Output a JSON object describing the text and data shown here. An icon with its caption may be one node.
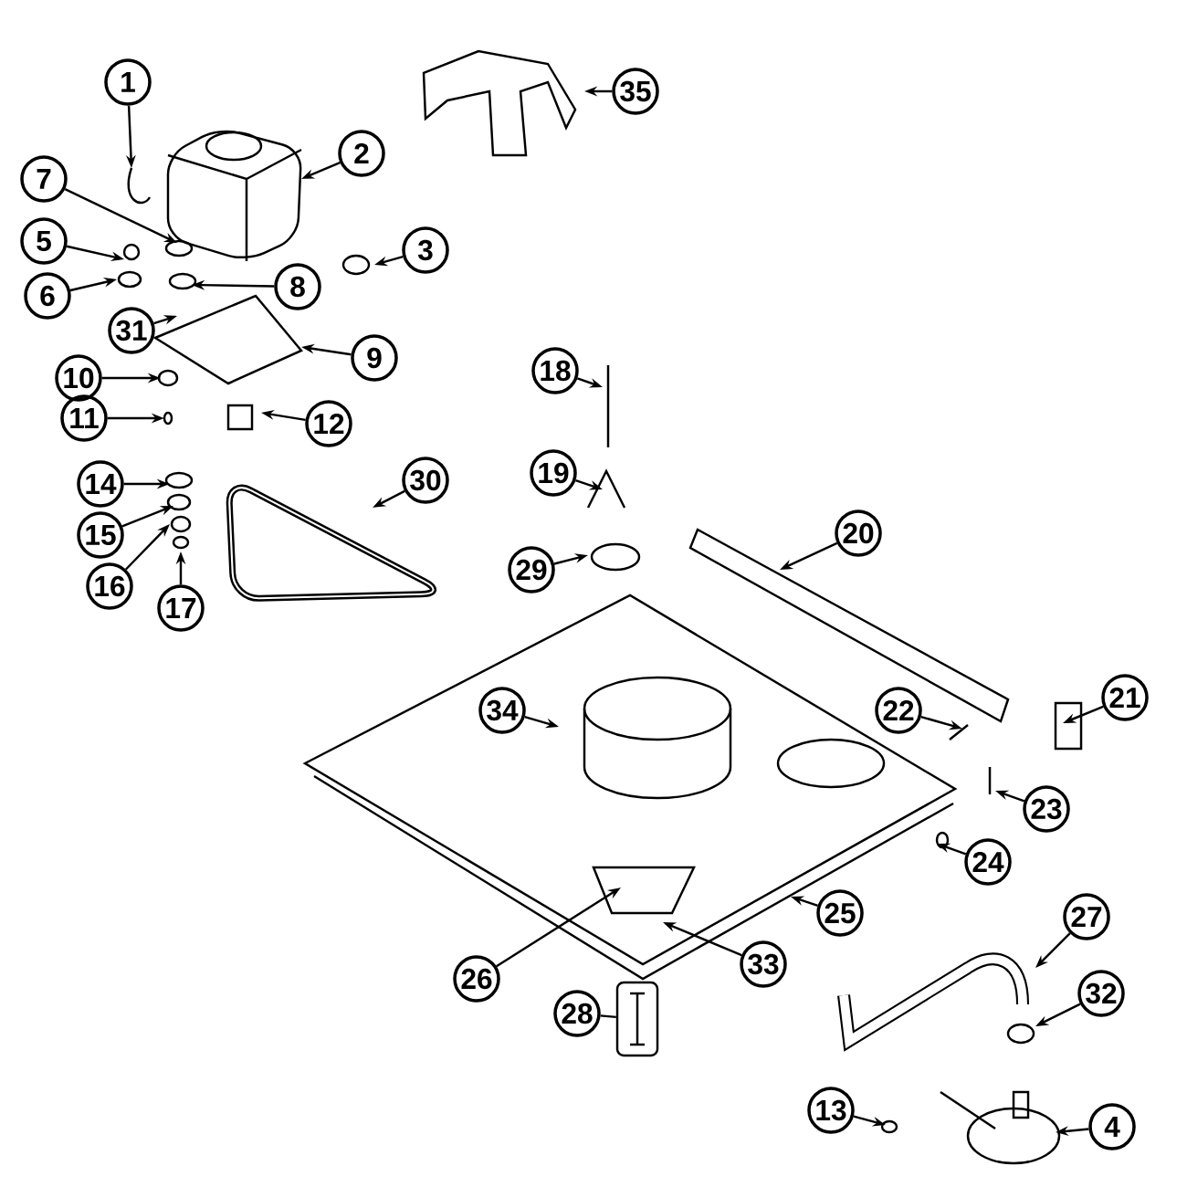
{
  "diagram": {
    "nodes": [
      {
        "text": [
          "1"
        ]
      },
      {
        "text": [
          "2"
        ]
      },
      {
        "text": [
          "3"
        ]
      },
      {
        "text": [
          "4"
        ]
      },
      {
        "text": [
          "5"
        ]
      },
      {
        "text": [
          "6"
        ]
      },
      {
        "text": [
          "7"
        ]
      },
      {
        "text": [
          "8"
        ]
      },
      {
        "text": [
          "9"
        ]
      },
      {
        "text": [
          "10"
        ]
      },
      {
        "text": [
          "11"
        ]
      },
      {
        "text": [
          "12"
        ]
      },
      {
        "text": [
          "13"
        ]
      },
      {
        "text": [
          "14"
        ]
      },
      {
        "text": [
          "15"
        ]
      },
      {
        "text": [
          "16"
        ]
      },
      {
        "text": [
          "17"
        ]
      },
      {
        "text": [
          "18"
        ]
      },
      {
        "text": [
          "19"
        ]
      },
      {
        "text": [
          "20"
        ]
      },
      {
        "text": [
          "21"
        ]
      },
      {
        "text": [
          "22"
        ]
      },
      {
        "text": [
          "23"
        ]
      },
      {
        "text": [
          "24"
        ]
      },
      {
        "text": [
          "25"
        ]
      },
      {
        "text": [
          "26"
        ]
      },
      {
        "text": [
          "27"
        ]
      },
      {
        "text": [
          "28"
        ]
      },
      {
        "text": [
          "29"
        ]
      },
      {
        "text": [
          "30"
        ]
      },
      {
        "text": [
          "31"
        ]
      },
      {
        "text": [
          "32"
        ]
      },
      {
        "text": [
          "33"
        ]
      },
      {
        "text": [
          "34"
        ]
      },
      {
        "text": [
          "35"
        ]
      },
      {
        "text": [],
        "shape": "box"
      }
    ],
    "edges": [
      {
        "from": 0,
        "to": null,
        "arrow": "to"
      },
      {
        "from": 1,
        "to": null,
        "arrow": "to"
      },
      {
        "from": 2,
        "to": null,
        "arrow": "to"
      },
      {
        "from": 3,
        "to": null,
        "arrow": "to"
      },
      {
        "from": 4,
        "to": null,
        "arrow": "to"
      },
      {
        "from": 5,
        "to": null,
        "arrow": "to"
      },
      {
        "from": 6,
        "to": null,
        "arrow": "to"
      },
      {
        "from": 7,
        "to": null,
        "arrow": "to"
      },
      {
        "from": 8,
        "to": null,
        "arrow": "to"
      },
      {
        "from": 9,
        "to": null,
        "arrow": "to"
      },
      {
        "from": 10,
        "to": null,
        "arrow": "to"
      },
      {
        "from": 11,
        "to": null,
        "arrow": "to"
      },
      {
        "from": 12,
        "to": null,
        "arrow": "to"
      },
      {
        "from": 13,
        "to": null,
        "arrow": "to"
      },
      {
        "from": 14,
        "to": null,
        "arrow": "to"
      },
      {
        "from": 15,
        "to": null,
        "arrow": "to"
      },
      {
        "from": 16,
        "to": null,
        "arrow": "to"
      },
      {
        "from": 17,
        "to": null,
        "arrow": "to"
      },
      {
        "from": 18,
        "to": null,
        "arrow": "to"
      },
      {
        "from": 19,
        "to": null,
        "arrow": "to"
      },
      {
        "from": 20,
        "to": null,
        "arrow": "to"
      },
      {
        "from": 21,
        "to": null,
        "arrow": "to"
      },
      {
        "from": 22,
        "to": null,
        "arrow": "to"
      },
      {
        "from": 23,
        "to": null,
        "arrow": "to"
      },
      {
        "from": 24,
        "to": null,
        "arrow": "to"
      },
      {
        "from": 25,
        "to": null,
        "arrow": "to"
      },
      {
        "from": 26,
        "to": null,
        "arrow": "to"
      },
      {
        "from": 27,
        "to": 35,
        "arrow": "none"
      },
      {
        "from": 28,
        "to": null,
        "arrow": "to"
      },
      {
        "from": 29,
        "to": null,
        "arrow": "to"
      },
      {
        "from": 30,
        "to": null,
        "arrow": "to"
      },
      {
        "from": 31,
        "to": null,
        "arrow": "to"
      },
      {
        "from": 32,
        "to": null,
        "arrow": "to"
      },
      {
        "from": 33,
        "to": null,
        "arrow": "to"
      },
      {
        "from": 34,
        "to": null,
        "arrow": "to"
      }
    ]
  }
}
